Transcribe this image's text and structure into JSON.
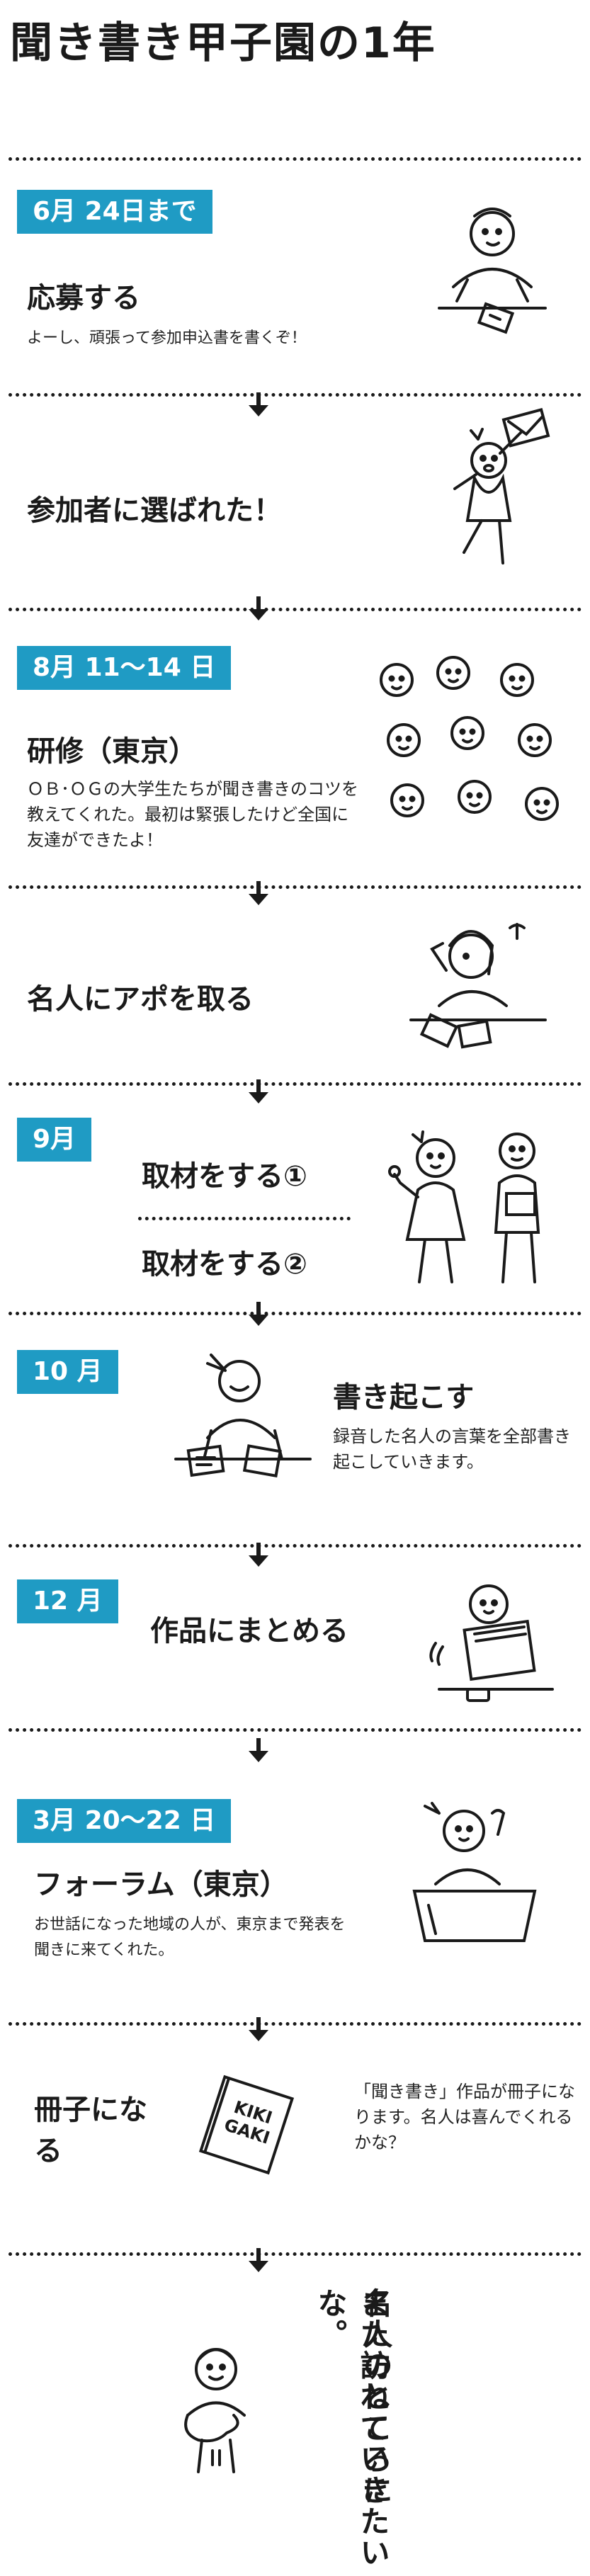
{
  "title": "聞き書き甲子園の1年",
  "step1": {
    "date": "6月 24日まで",
    "heading": "応募する",
    "desc": "よーし、頑張って参加申込書を書くぞ！"
  },
  "step2": {
    "heading": "参加者に選ばれた！"
  },
  "step3": {
    "date": "8月 11〜14 日",
    "heading": "研修（東京）",
    "desc": "ＯＢ･ＯＧの大学生たちが聞き書きのコツを教えてくれた。最初は緊張したけど全国に友達ができたよ！"
  },
  "step4": {
    "heading": "名人にアポを取る"
  },
  "step5": {
    "date": "9月",
    "heading_a": "取材をする①",
    "heading_b": "取材をする②"
  },
  "step6": {
    "date": "10 月",
    "heading": "書き起こす",
    "desc": "録音した名人の言葉を全部書き起こしていきます。"
  },
  "step7": {
    "date": "12 月",
    "heading": "作品にまとめる"
  },
  "step8": {
    "date": "3月 20〜22 日",
    "heading": "フォーラム（東京）",
    "desc": "お世話になった地域の人が、東京まで発表を聞きに来てくれた。"
  },
  "step9": {
    "heading": "冊子になる",
    "book_text": "KIKI GAKI",
    "desc": "「聞き書き」作品が冊子になります。名人は喜んでくれるかな？"
  },
  "closing": {
    "col1": "名人のところに",
    "col2": "また訪ねていきたいな。"
  },
  "colors": {
    "accent": "#1f9bc4",
    "ink": "#1a1a1a"
  },
  "icons": [
    "down-arrow-icon",
    "doodle-figure"
  ]
}
